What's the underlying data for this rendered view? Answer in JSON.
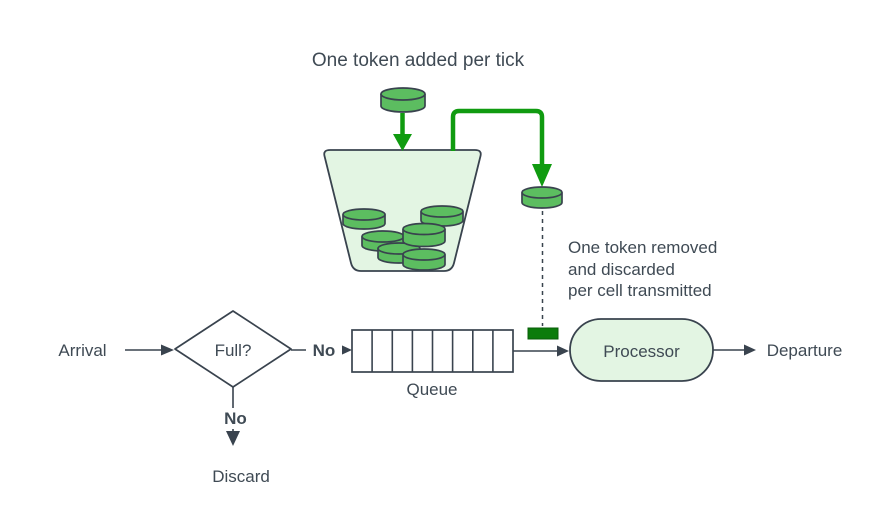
{
  "diagram": {
    "title": "One token added per tick",
    "note": "One token removed\nand discarded\nper cell transmitted",
    "labels": {
      "arrival": "Arrival",
      "decision": "Full?",
      "branch_right": "No",
      "branch_down": "No",
      "discard": "Discard",
      "queue": "Queue",
      "processor": "Processor",
      "departure": "Departure"
    },
    "queue_cell_count": 8,
    "tokens_in_bucket": 6,
    "colors": {
      "canvas_bg": "#ffffff",
      "text_color": "#3f4a54",
      "outline_dark": "#39434e",
      "accent_green_fill": "#5cbd60",
      "light_green_fill": "#e3f5e3",
      "connector_green": "#109b10",
      "marker_green": "#0b7c0b"
    }
  }
}
